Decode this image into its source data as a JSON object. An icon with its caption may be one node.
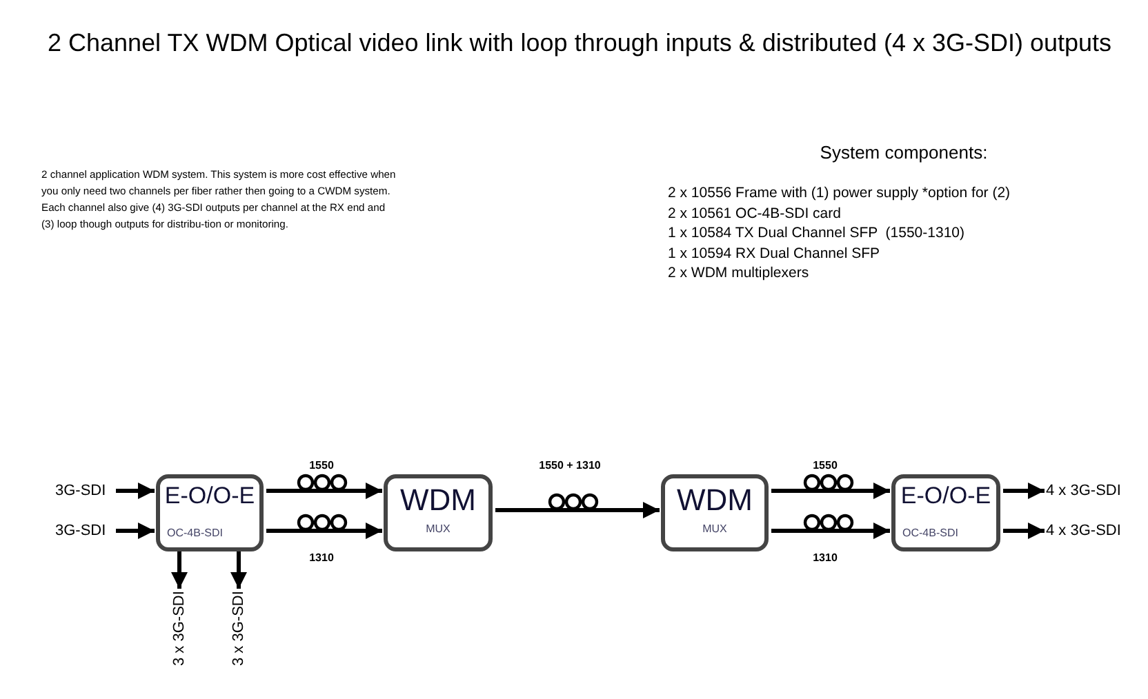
{
  "diagram": {
    "title": "2 Channel TX WDM Optical video link with loop through inputs & distributed (4 x 3G-SDI) outputs",
    "nodes": [
      {
        "text": [
          "3G-SDI"
        ]
      },
      {
        "text": [
          "3G-SDI"
        ]
      },
      {
        "text": [
          "E-O/O-E",
          "OC-4B-SDI"
        ]
      },
      {
        "text": [
          "WDM",
          "MUX"
        ]
      },
      {
        "text": [
          "WDM",
          "MUX"
        ]
      },
      {
        "text": [
          "E-O/O-E",
          "OC-4B-SDI"
        ]
      },
      {
        "text": [
          "4 x 3G-SDI"
        ]
      },
      {
        "text": [
          "4 x 3G-SDI"
        ]
      },
      {
        "text": [
          "3 x 3G-SDI"
        ]
      },
      {
        "text": [
          "3 x 3G-SDI"
        ]
      }
    ],
    "edges": [
      {
        "from": 0,
        "to": 2,
        "arrow": "to"
      },
      {
        "from": 1,
        "to": 2,
        "arrow": "to"
      },
      {
        "from": 2,
        "to": 3,
        "arrow": "to",
        "label": "1550"
      },
      {
        "from": 2,
        "to": 3,
        "arrow": "to",
        "label": "1310"
      },
      {
        "from": 3,
        "to": 4,
        "arrow": "to",
        "label": "1550 + 1310"
      },
      {
        "from": 4,
        "to": 5,
        "arrow": "to",
        "label": "1550"
      },
      {
        "from": 4,
        "to": 5,
        "arrow": "to",
        "label": "1310"
      },
      {
        "from": 5,
        "to": 6,
        "arrow": "to"
      },
      {
        "from": 5,
        "to": 7,
        "arrow": "to"
      },
      {
        "from": 2,
        "to": 8,
        "arrow": "to"
      },
      {
        "from": 2,
        "to": 9,
        "arrow": "to"
      }
    ],
    "labels": [
      "2 channel application WDM system. This system is more cost effective when you only need two channels per fiber rather then going to a CWDM system. Each channel also give (4) 3G-SDI outputs per channel at the RX end and (3) loop though outputs for distribu-tion or monitoring.",
      "System components:",
      "2 x 10556 Frame with (1) power supply *option for (2)",
      "2 x 10561 OC-4B-SDI card",
      "1 x 10584 TX Dual Channel SFP  (1550-1310)",
      "1 x 10594 RX Dual Channel SFP",
      "2 x WDM multiplexers"
    ]
  }
}
